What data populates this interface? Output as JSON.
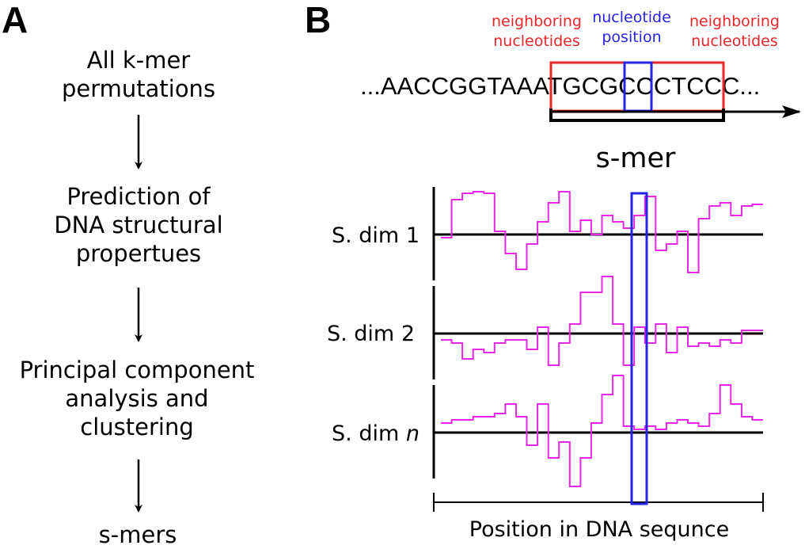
{
  "panel_a": {
    "label": "A",
    "steps": [
      "All k-mer\npermutations",
      "Prediction of\nDNA structural\npropertues",
      "Principal component\nanalysis and\nclustering",
      "s-mers"
    ]
  },
  "panel_b": {
    "label": "B",
    "labels": {
      "neighbor_left": "neighboring\nnucleotides",
      "position": "nucleotide\nposition",
      "neighbor_right": "neighboring\nnucleotides"
    },
    "sequence": {
      "before": "...AACCGGTAA",
      "left_window": "ATGC",
      "center": "G",
      "right_window": "CCCT",
      "after": "CCC..."
    },
    "smer_label": "s-mer",
    "dim_labels": [
      {
        "prefix": "S. dim ",
        "suffix": "1"
      },
      {
        "prefix": "S. dim ",
        "suffix": "2"
      },
      {
        "prefix": "S. dim ",
        "suffix": "n"
      }
    ],
    "xlabel": "Position in DNA sequnce",
    "colors": {
      "trace": "#e628e6",
      "window": "#e8262b",
      "position": "#2622e6",
      "axis": "#000000"
    },
    "chart_data": {
      "type": "line",
      "series": [
        {
          "values": [
            -0.1,
            1.1,
            1.3,
            1.35,
            1.3,
            0.1,
            -0.6,
            -1.1,
            -0.3,
            0.4,
            1.0,
            1.35,
            0.1,
            0.45,
            0.0,
            0.6,
            0.4,
            0.2,
            0.6,
            1.2,
            -0.5,
            -0.3,
            0.1,
            -1.2,
            0.5,
            0.9,
            1.0,
            0.6,
            0.9,
            0.95
          ]
        },
        {
          "values": [
            -0.2,
            -0.3,
            -0.8,
            -0.5,
            -0.6,
            -0.3,
            -0.2,
            -0.2,
            -0.5,
            0.2,
            -1.0,
            -0.3,
            0.3,
            1.3,
            1.3,
            1.8,
            0.3,
            -1.0,
            0.2,
            -0.3,
            0.3,
            -0.6,
            0.2,
            -0.4,
            -0.3,
            -0.4,
            -0.2,
            -0.3,
            0.1,
            0.1
          ]
        },
        {
          "values": [
            0.3,
            0.4,
            0.4,
            0.5,
            0.5,
            0.6,
            0.9,
            0.5,
            -0.4,
            0.9,
            -0.8,
            -0.3,
            -1.7,
            -0.8,
            0.3,
            1.2,
            1.8,
            0.2,
            0.1,
            0.2,
            0.1,
            0.3,
            0.4,
            0.3,
            0.2,
            0.6,
            1.5,
            0.9,
            0.5,
            0.4
          ]
        }
      ]
    }
  },
  "icons": [
    "down-arrow-icon",
    "right-arrow-icon"
  ]
}
